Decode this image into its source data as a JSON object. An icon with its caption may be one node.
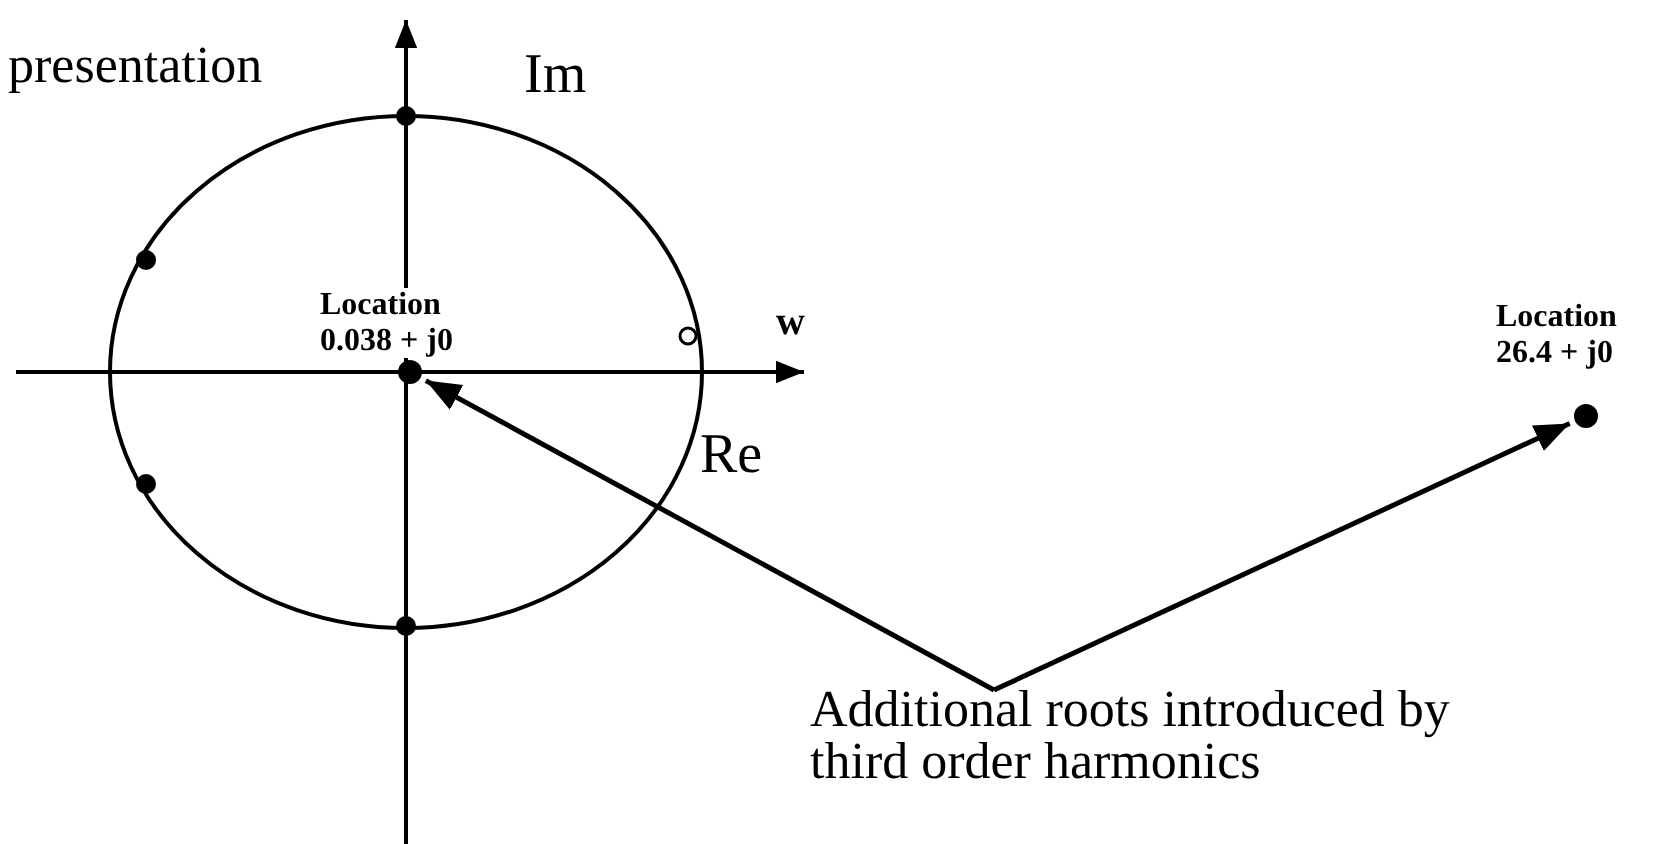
{
  "diagram": {
    "nodes": [
      {
        "text": [
          "Additional roots introduced by third order harmonics"
        ]
      },
      {
        "text": [],
        "shape": "circle",
        "beside": [
          "Location 0.038 + j0"
        ]
      },
      {
        "text": [],
        "shape": "circle",
        "beside": [
          "Location 26.4 + j0"
        ]
      }
    ],
    "edges": [
      {
        "from": 0,
        "to": 1,
        "arrow": "to"
      },
      {
        "from": 0,
        "to": 2,
        "arrow": "to"
      }
    ],
    "labels": [
      "presentation",
      "Im",
      "w",
      "Re"
    ]
  }
}
